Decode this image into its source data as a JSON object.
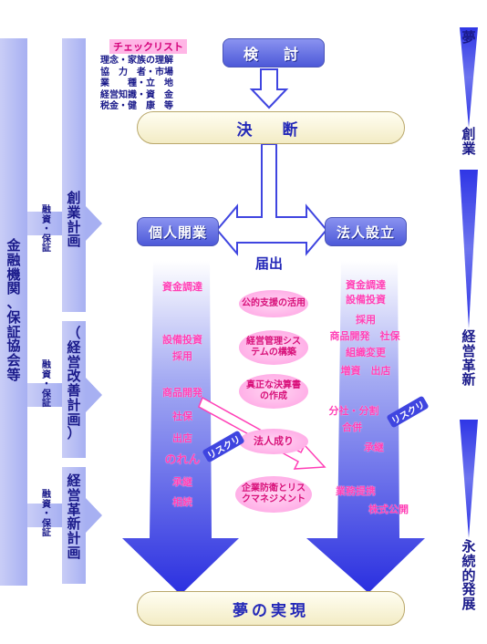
{
  "checklist": {
    "title": "チェックリスト",
    "lines": [
      "理念・家族の理解",
      "協　力　者・市場",
      "業　　種・立　地",
      "経営知識・資　金",
      "税金・健　康　等"
    ]
  },
  "flow": {
    "kento": "検　討",
    "ketsudan": "決　断",
    "kojin": "個人開業",
    "hojin": "法人設立",
    "todokede": "届出",
    "yume_jitsugen": "夢の実現"
  },
  "left_column": {
    "label": [
      "金",
      "融",
      "機",
      "関",
      "、",
      "保",
      "証",
      "協",
      "会",
      "等"
    ]
  },
  "plans": [
    {
      "label": [
        "創",
        "業",
        "計",
        "画"
      ],
      "finance": [
        "融",
        "資",
        "・",
        "保",
        "証"
      ]
    },
    {
      "label": [
        "（",
        "経",
        "営",
        "改",
        "善",
        "計",
        "画",
        "）"
      ],
      "finance": [
        "融",
        "資",
        "・",
        "保",
        "証"
      ]
    },
    {
      "label": [
        "経",
        "営",
        "革",
        "新",
        "計",
        "画"
      ],
      "finance": [
        "融",
        "資",
        "・",
        "保",
        "証"
      ]
    }
  ],
  "kojin_items": [
    "資金調達",
    "設備投資",
    "採用",
    "商品開発",
    "社保",
    "出店",
    "のれん",
    "承継",
    "相続"
  ],
  "hojin_items": [
    "資金調達",
    "設備投資",
    "採用",
    "商品開発　社保",
    "組織変更",
    "増資　出店",
    "分社・分割",
    "合併",
    "承継",
    "業務提携",
    "株式公開"
  ],
  "center_bubbles": [
    "公的支援の活用",
    "経営管理システムの構築",
    "真正な決算書の作成",
    "法人成り",
    "企業防衛とリスクマネジメント"
  ],
  "risk": [
    "リスクリ",
    "リスクリ"
  ],
  "right_column": {
    "top": [
      "夢"
    ],
    "sogyo": [
      "創",
      "業"
    ],
    "kakushin": [
      "経",
      "営",
      "革",
      "新"
    ],
    "eizoku": [
      "永",
      "続",
      "的",
      "発",
      "展"
    ]
  },
  "colors": {
    "accent_blue": "#3f45e0",
    "pink_text": "#ff3fb6",
    "column_blue": "#b9c0f5",
    "pill_cream": "#f8f3d6"
  }
}
